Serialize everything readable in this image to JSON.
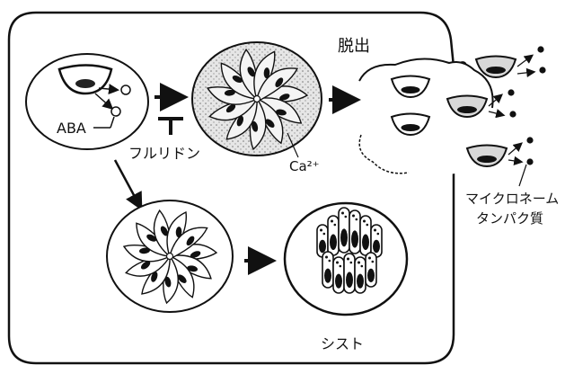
{
  "labels": {
    "release": "脱出",
    "aba": "ABA",
    "fluridone": "フルリドン",
    "calcium": "Ca²⁺",
    "microneme_line1": "マイクロネーム",
    "microneme_line2": "タンパク質",
    "cyst": "シスト"
  }
}
